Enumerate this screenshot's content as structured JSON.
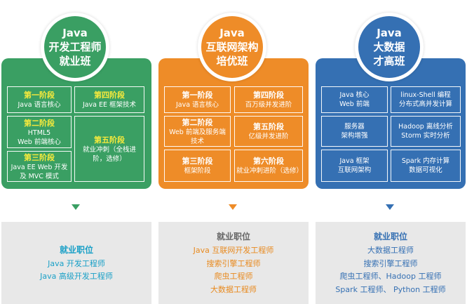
{
  "columns": [
    {
      "title_lines": [
        "Java",
        "开发工程师",
        "就业班"
      ],
      "cells": [
        {
          "title": "第一阶段",
          "sub": "Java 语言核心"
        },
        {
          "title": "第四阶段",
          "sub": "Java EE 框架技术"
        },
        {
          "title": "第二阶段",
          "sub": "HTML5\nWeb 前端核心"
        },
        {
          "title": "第五阶段",
          "sub": "就业冲刺（全栈进\n阶，选修）"
        },
        {
          "title": "第三阶段",
          "sub": "Java EE Web 开发\n及 MVC 模式"
        }
      ],
      "jobs": {
        "heading": "就业职位",
        "items": [
          "Java 开发工程师",
          "Java 高级开发工程师"
        ]
      }
    },
    {
      "title_lines": [
        "Java",
        "互联网架构",
        "培优班"
      ],
      "cells": [
        {
          "title": "第一阶段",
          "sub": "Java 语言核心"
        },
        {
          "title": "第四阶段",
          "sub": "百万级并发进阶"
        },
        {
          "title": "第二阶段",
          "sub": "Web 前端及服务端技术"
        },
        {
          "title": "第五阶段",
          "sub": "亿级并发进阶"
        },
        {
          "title": "第三阶段",
          "sub": "框架阶段"
        },
        {
          "title": "第六阶段",
          "sub": "就业冲刺进阶（选修）"
        }
      ],
      "jobs": {
        "heading": "就业职位",
        "items": [
          "Java 互联网开发工程师",
          "搜索引擎工程师",
          "爬虫工程师",
          "大数据工程师"
        ]
      }
    },
    {
      "title_lines": [
        "Java",
        "大数据",
        "才高班"
      ],
      "cells": [
        {
          "title": "Java 核心",
          "sub": "Web 前端"
        },
        {
          "title": "linux-Shell 编程",
          "sub": "分布式高并发计算"
        },
        {
          "title": "服务器",
          "sub": "架构增强"
        },
        {
          "title": "Hadoop 离线分析",
          "sub": "Storm 实时分析"
        },
        {
          "title": "Java 框架",
          "sub": "互联网架构"
        },
        {
          "title": "Spark 内存计算",
          "sub": "数据可视化"
        }
      ],
      "jobs": {
        "heading": "就业职位",
        "items": [
          "大数据工程师",
          "搜索引擎工程师",
          "爬虫工程师、Hadoop 工程师",
          "Spark 工程师、 Python 工程师"
        ]
      }
    }
  ],
  "colors": {
    "green": "#3a9f63",
    "orange": "#ee8c28",
    "blue": "#3570b3",
    "stage_title_yellow": "#f7ea3c",
    "jobs_bg": "#e8e8e8"
  }
}
